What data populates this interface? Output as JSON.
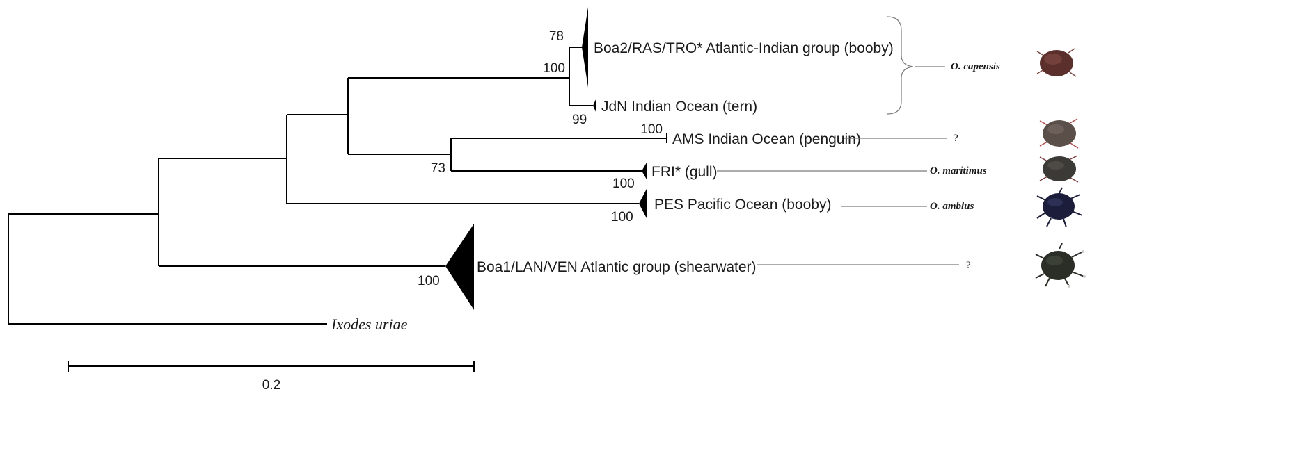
{
  "tree": {
    "clades": [
      {
        "id": "atlantic_indian",
        "label": "Boa2/RAS/TRO* Atlantic-Indian group (booby)"
      },
      {
        "id": "jdn",
        "label": "JdN Indian Ocean (tern)"
      },
      {
        "id": "ams",
        "label": "AMS Indian Ocean (penguin)"
      },
      {
        "id": "fri",
        "label": "FRI* (gull)"
      },
      {
        "id": "pes",
        "label": "PES Pacific Ocean (booby)"
      },
      {
        "id": "atlantic",
        "label": "Boa1/LAN/VEN Atlantic group (shearwater)"
      }
    ],
    "outgroup": "Ixodes uriae",
    "bootstrap": {
      "atlantic_indian": "78",
      "capensis_node": "100",
      "jdn": "99",
      "ams": "100",
      "ams_fri_node": "73",
      "fri": "100",
      "pes": "100",
      "atlantic": "100"
    }
  },
  "species": {
    "capensis": "O. capensis",
    "maritimus": "O. maritimus",
    "amblus": "O. amblus",
    "unknown_ams": "?",
    "unknown_atlantic": "?"
  },
  "scale_bar": {
    "label": "0.2"
  },
  "colors": {
    "tick_red_brown": "#5a2f2c",
    "tick_brown_grey": "#5b4f4a",
    "tick_dark_grey": "#3c3a36",
    "tick_navy": "#1b1d3a",
    "tick_dark_green": "#2a2e26"
  }
}
